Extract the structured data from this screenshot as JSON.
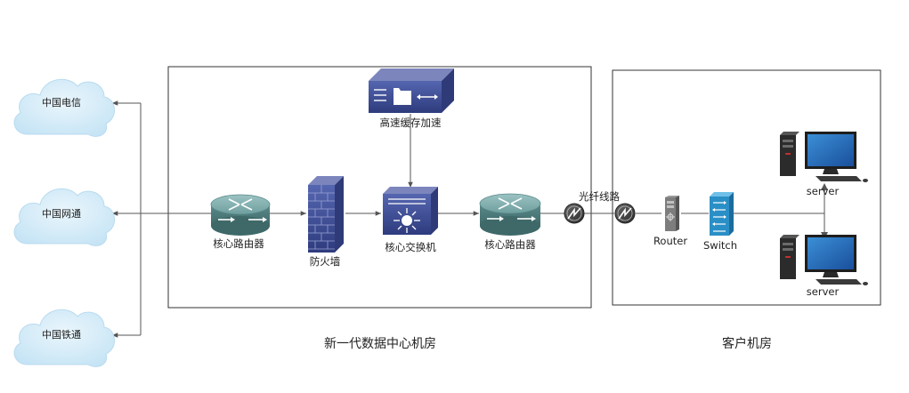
{
  "clouds": {
    "telecom": "中国电信",
    "netcom": "中国网通",
    "railcom": "中国铁通"
  },
  "datacenter": {
    "title": "新一代数据中心机房",
    "core_router_left": "核心路由器",
    "firewall": "防火墙",
    "cache_accel": "高速缓存加速",
    "core_switch": "核心交换机",
    "core_router_right": "核心路由器"
  },
  "fiber_label": "光纤线路",
  "customer": {
    "title": "客户机房",
    "router": "Router",
    "switch": "Switch",
    "server_top": "server",
    "server_bottom": "server"
  },
  "colors": {
    "cloud_fill": "#d4ecf8",
    "cloud_stroke": "#b9dbef",
    "router_body": "#5f9191",
    "device_blue": "#3c4f97",
    "firewall_blue": "#4f5da0",
    "switch_cyan": "#2a8fc6",
    "line": "#555555",
    "frame": "#333333"
  }
}
